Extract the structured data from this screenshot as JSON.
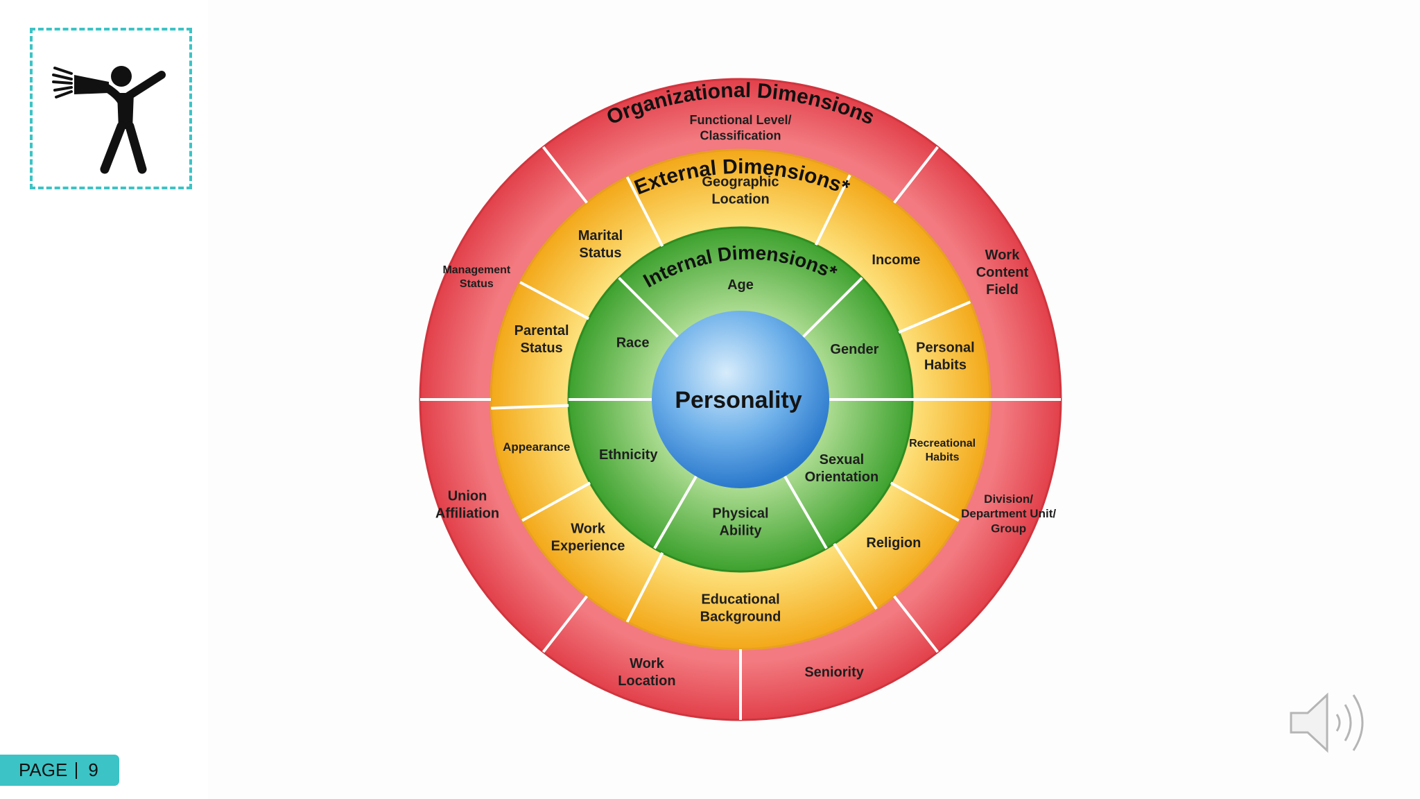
{
  "slide": {
    "page_label": "PAGE",
    "page_number": "9",
    "icon": "megaphone-person-icon",
    "audio_icon": "speaker-icon"
  },
  "diagram": {
    "center_label": "Personality",
    "internal": {
      "title": "Internal Dimensions*",
      "segments": [
        "Age",
        "Gender",
        "Sexual Orientation",
        "Physical Ability",
        "Ethnicity",
        "Race"
      ]
    },
    "external": {
      "title": "External Dimensions*",
      "segments": [
        "Geographic Location",
        "Income",
        "Personal Habits",
        "Recreational Habits",
        "Religion",
        "Educational Background",
        "Work Experience",
        "Appearance",
        "Parental Status",
        "Marital Status"
      ]
    },
    "organizational": {
      "title": "Organizational Dimensions",
      "segments": [
        "Functional Level/ Classification",
        "Work Content Field",
        "Division/ Department Unit/ Group",
        "Seniority",
        "Work Location",
        "Union Affiliation",
        "Management Status"
      ]
    },
    "colors": {
      "outer_ring": "#ea4a52",
      "middle_ring": "#f7b52c",
      "inner_ring": "#4caf39",
      "center": "#3d8fd9",
      "accent": "#3cc3c5"
    }
  }
}
